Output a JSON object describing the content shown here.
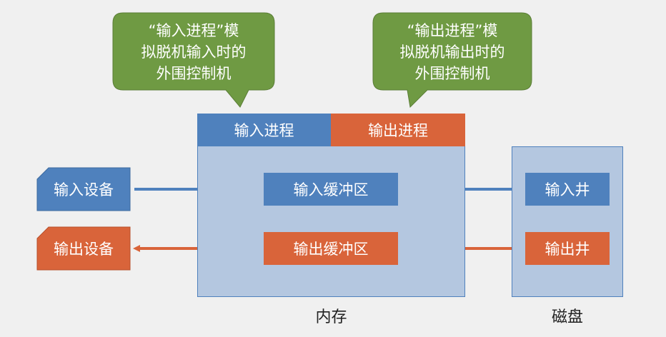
{
  "bubbles": {
    "input": {
      "text": "“输入进程”模\n拟脱机输入时的\n外围控制机"
    },
    "output": {
      "text": "“输出进程”模\n拟脱机输出时的\n外围控制机"
    }
  },
  "memory": {
    "input_process": "输入进程",
    "output_process": "输出进程",
    "input_buffer": "输入缓冲区",
    "output_buffer": "输出缓冲区",
    "caption": "内存"
  },
  "disk": {
    "input_well": "输入井",
    "output_well": "输出井",
    "caption": "磁盘"
  },
  "devices": {
    "input": "输入设备",
    "output": "输出设备"
  },
  "colors": {
    "bubble": "#6f9a43",
    "blue": "#4f81bd",
    "orange": "#d9643a",
    "panel": "#b4c7e0"
  }
}
